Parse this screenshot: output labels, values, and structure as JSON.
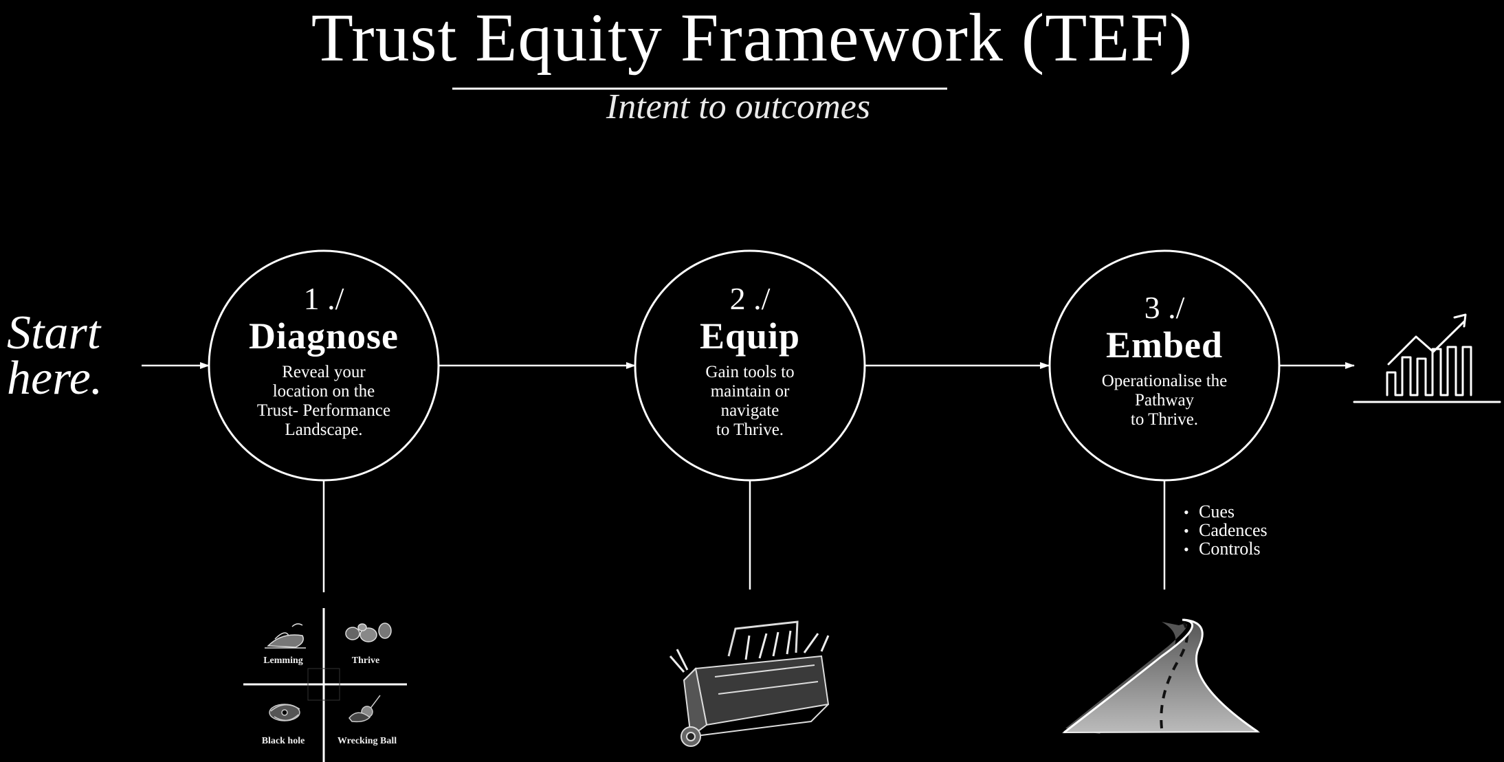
{
  "title": "Trust Equity Framework (TEF)",
  "subtitle": "Intent to outcomes",
  "start": {
    "line1": "Start",
    "line2": "here."
  },
  "steps": [
    {
      "number": "1 ./",
      "name": "Diagnose",
      "description": "Reveal your\nlocation on the\nTrust- Performance\nLandscape."
    },
    {
      "number": "2 ./",
      "name": "Equip",
      "description": "Gain tools to\nmaintain or\nnavigate\nto Thrive."
    },
    {
      "number": "3 ./",
      "name": "Embed",
      "description": "Operationalise the\nPathway\nto Thrive."
    }
  ],
  "embed_bullets": [
    "Cues",
    "Cadences",
    "Controls"
  ],
  "quadrants": {
    "top_left": "Lemming",
    "top_right": "Thrive",
    "bottom_left": "Black hole",
    "bottom_right": "Wrecking Ball"
  },
  "icons": [
    "growth-chart-icon",
    "toolbox-icon",
    "road-icon",
    "lemming-icon",
    "thrive-icon",
    "black-hole-icon",
    "wrecking-ball-icon"
  ],
  "colors": {
    "background": "#000000",
    "foreground": "#ffffff"
  }
}
